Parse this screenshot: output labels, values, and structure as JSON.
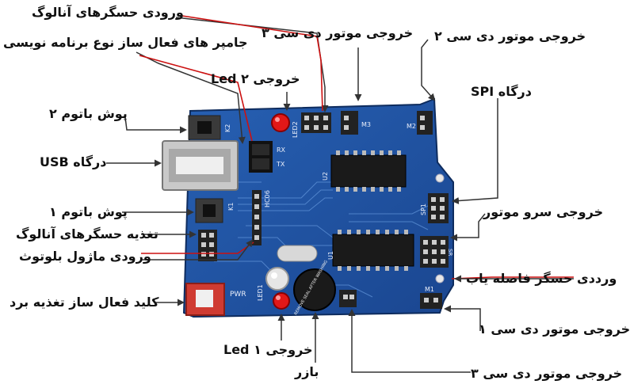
{
  "labels": {
    "analog_sensor_input": "ورودی حسگرهای آنالوگ",
    "programmer_jumper": "جامپر های فعال ساز نوع برنامه نویسی",
    "dc_motor_3_top": "خروجی موتور دی سی ۳",
    "dc_motor_2": "خروجی موتور دی سی ۲",
    "led2_output": "خروجی Led ۲",
    "spi_port": "درگاه SPI",
    "push_button_2": "پوش باتوم ۲",
    "usb_port": "درگاه USB",
    "push_button_1": "پوش باتوم ۱",
    "servo_output": "خروجی سرو موتور",
    "analog_sensor_power": "تغذیه حسگرهای آنالوگ",
    "bluetooth_input": "ورودی ماژول بلوتوث",
    "distance_sensor_input": "ورددی حسگر فاصله یاب",
    "board_power_switch": "کلید فعال ساز تغذیه برد",
    "dc_motor_1": "خروجی موتور دی سی ۱",
    "led1_output": "خروجی Led ۱",
    "buzzer": "بازر",
    "dc_motor_3_bottom": "خروجی موتور دی سی ۳"
  },
  "silkscreen": {
    "k2": "K2",
    "k1": "K1",
    "led2": "LED2",
    "led1": "LED1",
    "rx": "RX",
    "tx": "TX",
    "hc06": "HC06",
    "u2": "U2",
    "u1": "U1",
    "m1": "M1",
    "m2": "M2",
    "m3": "M3",
    "sp1": "SP1",
    "sr": "SR",
    "pwr": "PWR",
    "buzzer_text": "REMOVE SEAL AFTER WASHING"
  },
  "colors": {
    "board": "#1d4f9c",
    "board_dark": "#143a78",
    "arrow": "#333333",
    "red_wire": "#cc1111"
  }
}
